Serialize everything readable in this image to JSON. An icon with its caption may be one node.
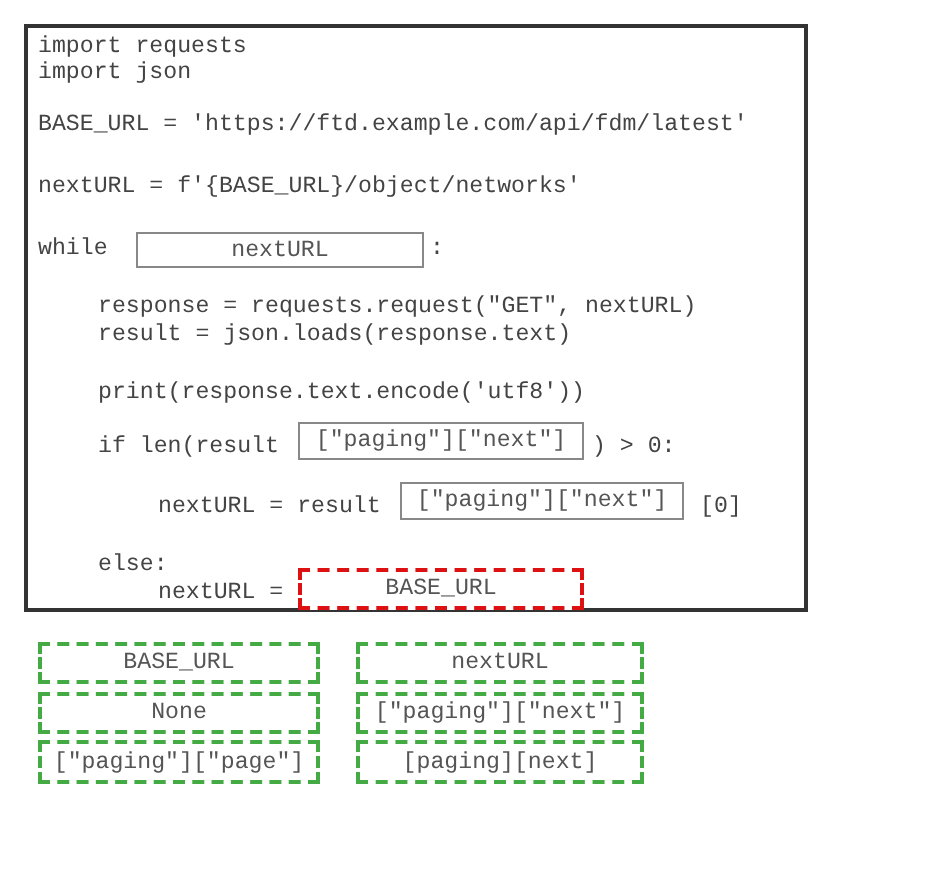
{
  "diagram": {
    "nodes": [
      {
        "text": [
          "import requests",
          "import json",
          "BASE_URL = 'https://ftd.example.com/api/fdm/latest'",
          "nextURL = f'{BASE_URL}/object/networks'",
          "while",
          ":",
          "response = requests.request(\"GET\", nextURL)",
          "result = json.loads(response.text)",
          "print(response.text.encode('utf8'))",
          "if len(result",
          ") > 0:",
          "nextURL = result",
          "[0]",
          "else:",
          "nextURL ="
        ]
      },
      {
        "text": [
          "nextURL"
        ],
        "in": 0
      },
      {
        "text": [
          "[\"paging\"][\"next\"]"
        ],
        "in": 0
      },
      {
        "text": [
          "[\"paging\"][\"next\"]"
        ],
        "in": 0
      },
      {
        "text": [
          "BASE_URL"
        ],
        "in": 0
      },
      {
        "text": [
          "BASE_URL"
        ]
      },
      {
        "text": [
          "nextURL"
        ]
      },
      {
        "text": [
          "None"
        ]
      },
      {
        "text": [
          "[\"paging\"][\"next\"]"
        ]
      },
      {
        "text": [
          "[\"paging\"][\"page\"]"
        ]
      },
      {
        "text": [
          "[paging][next]"
        ]
      }
    ]
  }
}
